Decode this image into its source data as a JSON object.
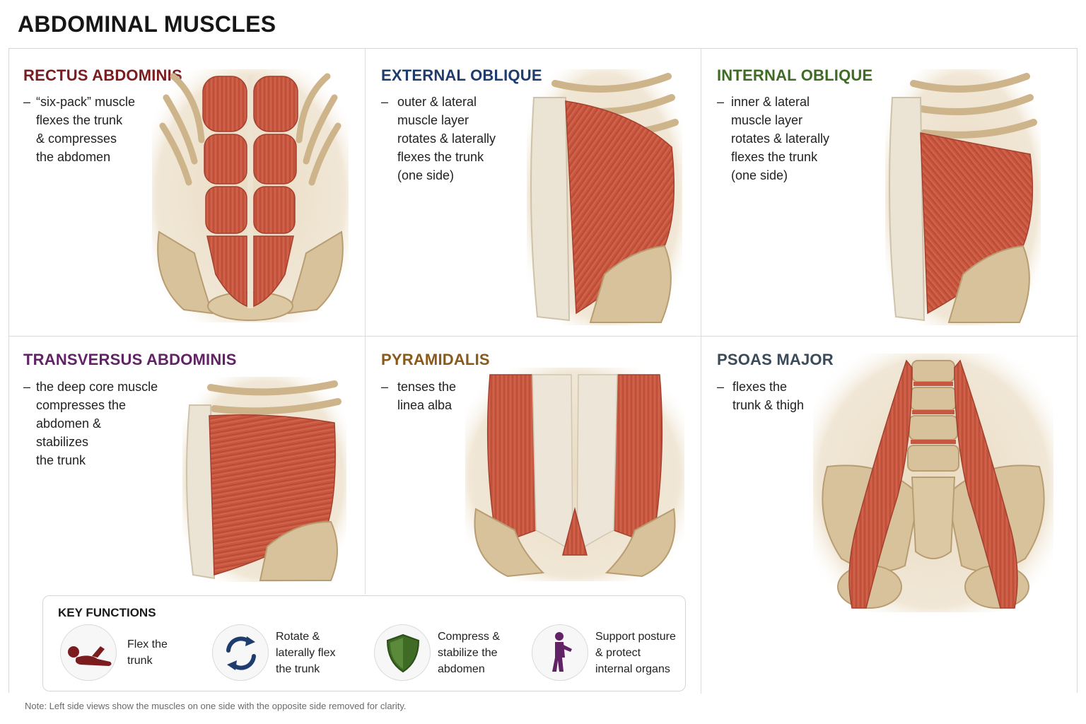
{
  "title": "ABDOMINAL MUSCLES",
  "colors": {
    "rectus": "#7b1c1f",
    "external": "#1f3c6e",
    "internal": "#3f6b24",
    "transversus": "#612266",
    "pyramidalis": "#8a5a1c",
    "psoas": "#3a4a58",
    "muscle": "#c9573f",
    "bone": "#d6bf97",
    "tendon": "#ece5d8"
  },
  "panels": [
    {
      "id": "rectus",
      "title": "RECTUS ABDOMINIS",
      "lines": [
        "“six-pack” muscle",
        "flexes the trunk",
        "& compresses",
        "the abdomen"
      ]
    },
    {
      "id": "external",
      "title": "EXTERNAL OBLIQUE",
      "lines": [
        "outer & lateral",
        "muscle layer",
        "rotates & laterally",
        "flexes the trunk",
        "(one side)"
      ]
    },
    {
      "id": "internal",
      "title": "INTERNAL OBLIQUE",
      "lines": [
        "inner & lateral",
        "muscle layer",
        "rotates & laterally",
        "flexes the trunk",
        "(one side)"
      ]
    },
    {
      "id": "transversus",
      "title": "TRANSVERSUS ABDOMINIS",
      "lines": [
        "the deep core muscle",
        "compresses the",
        "abdomen &",
        "stabilizes",
        "the trunk"
      ]
    },
    {
      "id": "pyramidalis",
      "title": "PYRAMIDALIS",
      "lines": [
        "tenses the",
        "linea alba"
      ]
    },
    {
      "id": "psoas",
      "title": "PSOAS MAJOR",
      "lines": [
        "flexes the",
        "trunk & thigh"
      ]
    }
  ],
  "key_functions": {
    "title": "KEY FUNCTIONS",
    "items": [
      {
        "icon": "sit-up-figure-icon",
        "lines": [
          "Flex the",
          "trunk"
        ]
      },
      {
        "icon": "rotate-arrows-icon",
        "lines": [
          "Rotate &",
          "laterally flex",
          "the trunk"
        ]
      },
      {
        "icon": "shield-icon",
        "lines": [
          "Compress &",
          "stabilize the",
          "abdomen"
        ]
      },
      {
        "icon": "standing-figure-icon",
        "lines": [
          "Support posture",
          "& protect",
          "internal organs"
        ]
      }
    ]
  },
  "note": "Note: Left side views show the muscles on one side with the opposite side removed for clarity."
}
